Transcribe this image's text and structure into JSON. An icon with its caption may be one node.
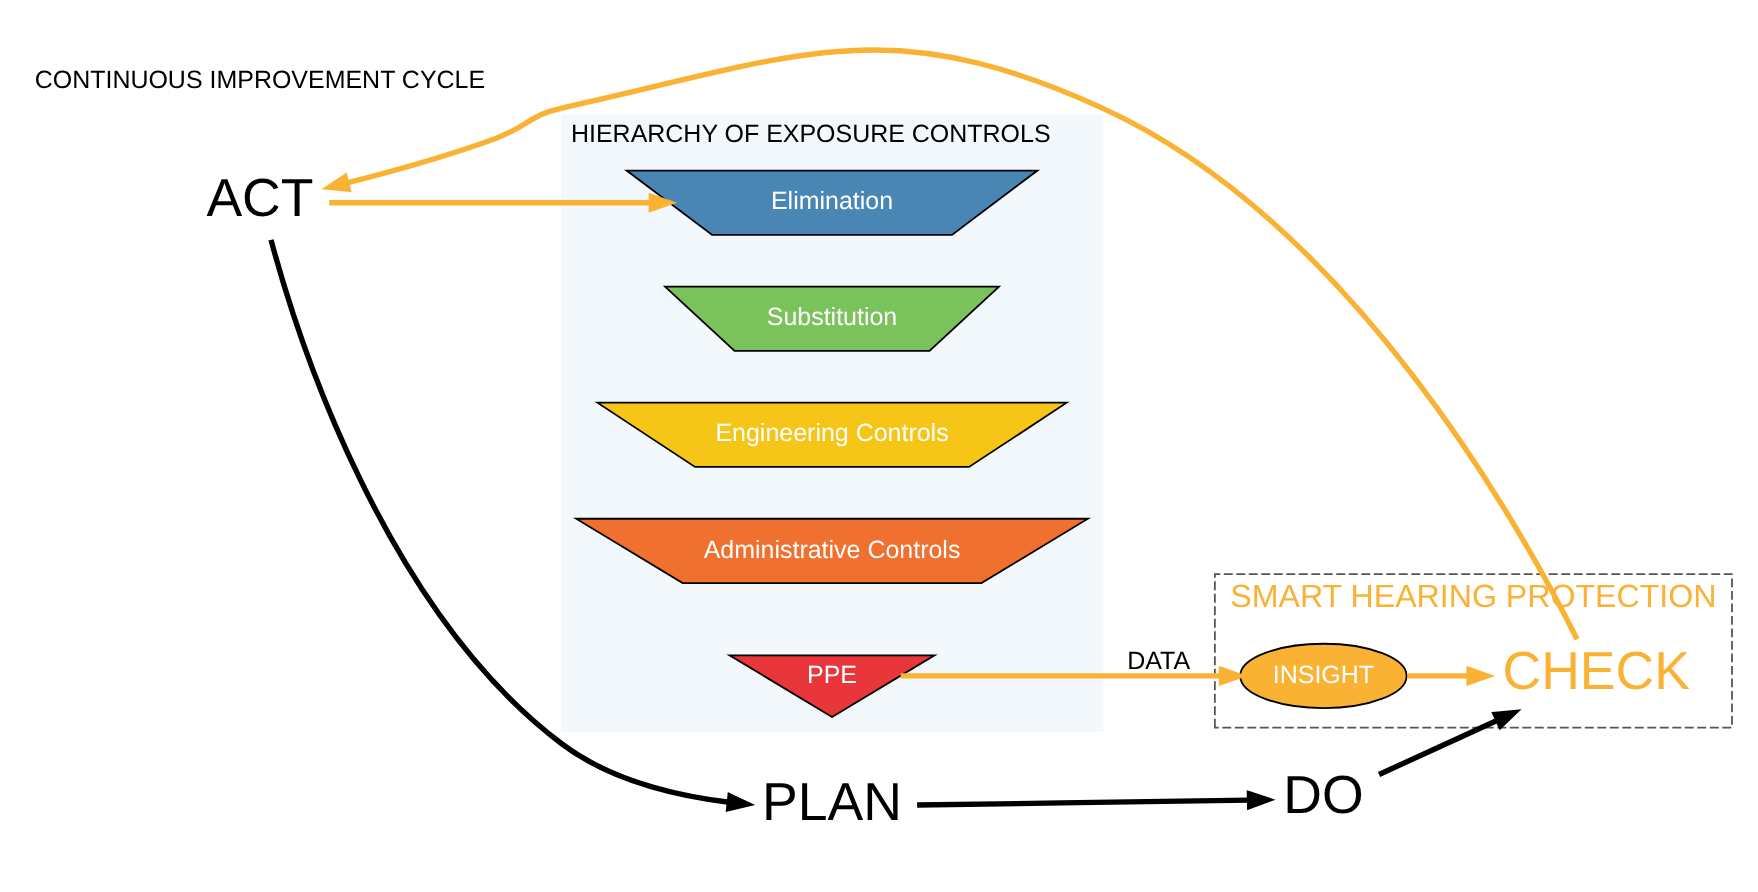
{
  "diagram": {
    "nodes": [
      {
        "text": [
          "HIERARCHY OF EXPOSURE CONTROLS"
        ]
      },
      {
        "text": [
          "Elimination"
        ],
        "in": 0
      },
      {
        "text": [
          "Substitution"
        ],
        "in": 0
      },
      {
        "text": [
          "Engineering Controls"
        ],
        "in": 0
      },
      {
        "text": [
          "Administrative Controls"
        ],
        "in": 0
      },
      {
        "text": [
          "PPE"
        ],
        "in": 0
      },
      {
        "text": [
          "SMART HEARING PROTECTION"
        ]
      },
      {
        "text": [
          "INSIGHT"
        ],
        "in": 6
      },
      {
        "text": [
          "CHECK"
        ],
        "in": 6
      },
      {
        "text": [
          "ACT"
        ]
      },
      {
        "text": [
          "PLAN"
        ]
      },
      {
        "text": [
          "DO"
        ]
      }
    ],
    "edges": [
      {
        "from": 5,
        "to": 7,
        "arrow": "to",
        "label": "DATA",
        "color": "#f9b233"
      },
      {
        "from": 7,
        "to": 8,
        "arrow": "to",
        "color": "#f9b233"
      },
      {
        "from": 8,
        "to": 9,
        "arrow": "to",
        "color": "#f9b233"
      },
      {
        "from": 9,
        "to": 1,
        "arrow": "to",
        "color": "#f9b233"
      },
      {
        "from": 9,
        "to": 10,
        "arrow": "to",
        "color": "#000000"
      },
      {
        "from": 10,
        "to": 11,
        "arrow": "to",
        "color": "#000000"
      },
      {
        "from": 11,
        "to": 8,
        "arrow": "to",
        "color": "#000000"
      }
    ],
    "labels": [
      "CONTINUOUS IMPROVEMENT CYCLE"
    ]
  }
}
